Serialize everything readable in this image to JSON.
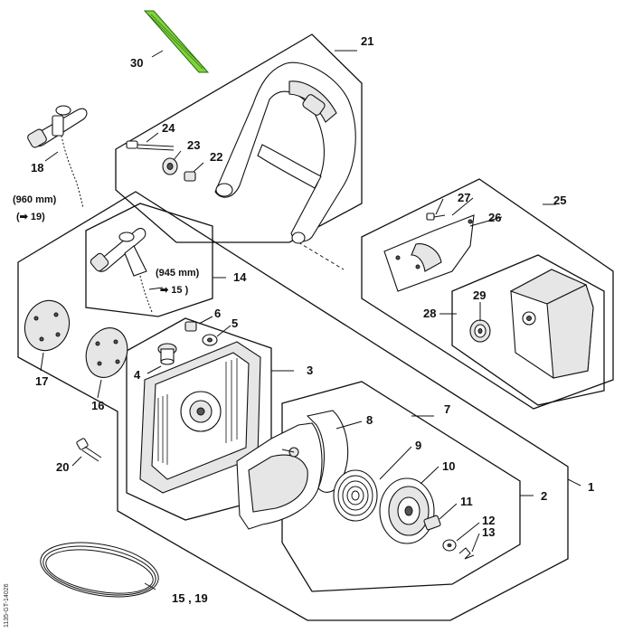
{
  "part_labels": {
    "p1": "1",
    "p2": "2",
    "p3": "3",
    "p4": "4",
    "p5": "5",
    "p6": "6",
    "p7": "7",
    "p8": "8",
    "p9": "9",
    "p10": "10",
    "p11": "11",
    "p12": "12",
    "p13": "13",
    "p14": "14",
    "p16": "16",
    "p17": "17",
    "p18": "18",
    "p20": "20",
    "p21": "21",
    "p22": "22",
    "p23": "23",
    "p24": "24",
    "p25": "25",
    "p26": "26",
    "p27": "27",
    "p28": "28",
    "p29": "29",
    "p30": "30",
    "p15_19": "15 , 19"
  },
  "callouts": {
    "rope_18_length": "(960 mm)",
    "rope_18_ref": "(➡ 19)",
    "rope_14_length": "(945 mm)",
    "rope_14_ref": "➡ 15 )"
  },
  "side_code": "1135-GT-14026",
  "colors": {
    "gasket_30": "#7fd43a",
    "line": "#111111"
  }
}
